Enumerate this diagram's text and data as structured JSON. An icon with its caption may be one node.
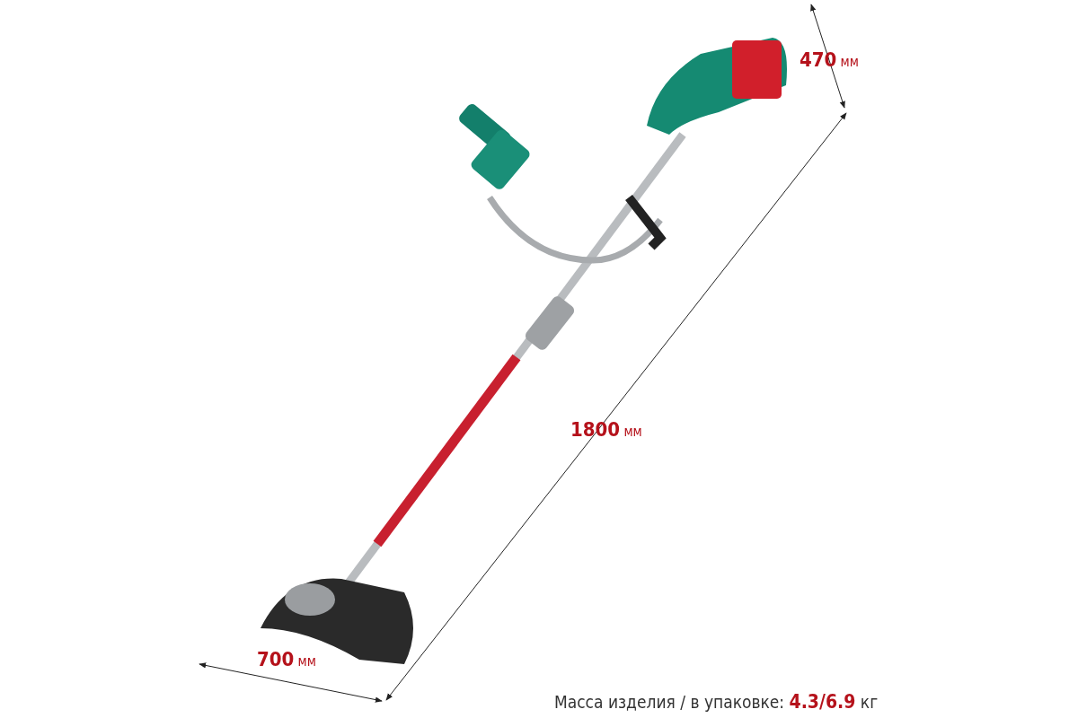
{
  "diagram": {
    "labels": [
      "**470** мм",
      "**1800** мм",
      "**700** мм",
      "Масса изделия / в упаковке: **4.3/6.9** кг"
    ]
  }
}
